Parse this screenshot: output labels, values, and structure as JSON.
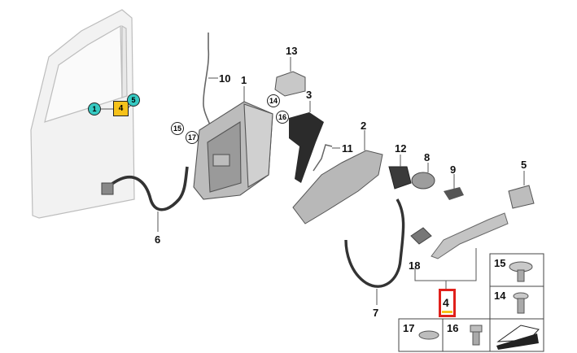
{
  "callouts": {
    "c1": "1",
    "c2": "2",
    "c3": "3",
    "c4": "4",
    "c5": "5",
    "c6": "6",
    "c7": "7",
    "c8": "8",
    "c9": "9",
    "c10": "10",
    "c11": "11",
    "c12": "12",
    "c13": "13",
    "c14": "14",
    "c15": "15",
    "c16": "16",
    "c17": "17",
    "c18": "18"
  },
  "door_markers": {
    "m1": "1",
    "m4": "4",
    "m5": "5"
  },
  "highlighted_part": "4",
  "hardware_table": {
    "r1": "15",
    "r2": "14",
    "r3a": "17",
    "r3b": "16"
  },
  "colors": {
    "teal": "#35c9c2",
    "highlight": "#f6c21a",
    "selection": "#e0201b"
  }
}
